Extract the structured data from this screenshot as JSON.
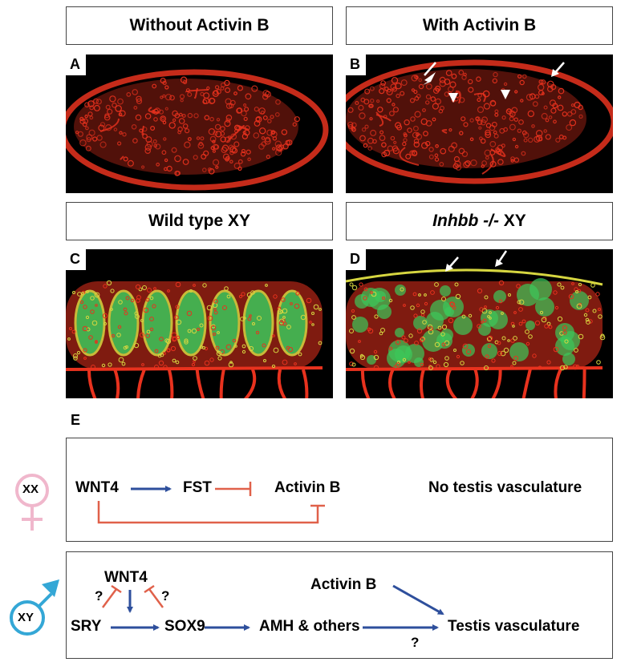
{
  "panel_titles": {
    "top_left": "Without Activin B",
    "top_right": "With Activin B",
    "mid_left": "Wild type XY",
    "mid_right_italic": "Inhbb -/-",
    "mid_right_rest": " XY"
  },
  "panel_letters": {
    "a": "A",
    "b": "B",
    "c": "C",
    "d": "D",
    "e": "E"
  },
  "xx_pathway": {
    "symbol_label": "XX",
    "wnt4": "WNT4",
    "fst": "FST",
    "activin": "Activin B",
    "outcome": "No testis vasculature"
  },
  "xy_pathway": {
    "symbol_label": "XY",
    "wnt4": "WNT4",
    "sry": "SRY",
    "sox9": "SOX9",
    "amh": "AMH & others",
    "activin": "Activin B",
    "outcome": "Testis vasculature",
    "q1": "?",
    "q2": "?",
    "q3": "?"
  },
  "colors": {
    "activate": "#2e4f9c",
    "inhibit": "#e0614a",
    "female_symbol": "#f0b7cc",
    "male_symbol": "#34a7d6",
    "stain_red": "#e8321e",
    "stain_green": "#3cc85a",
    "stain_yellow": "#d6d640"
  }
}
